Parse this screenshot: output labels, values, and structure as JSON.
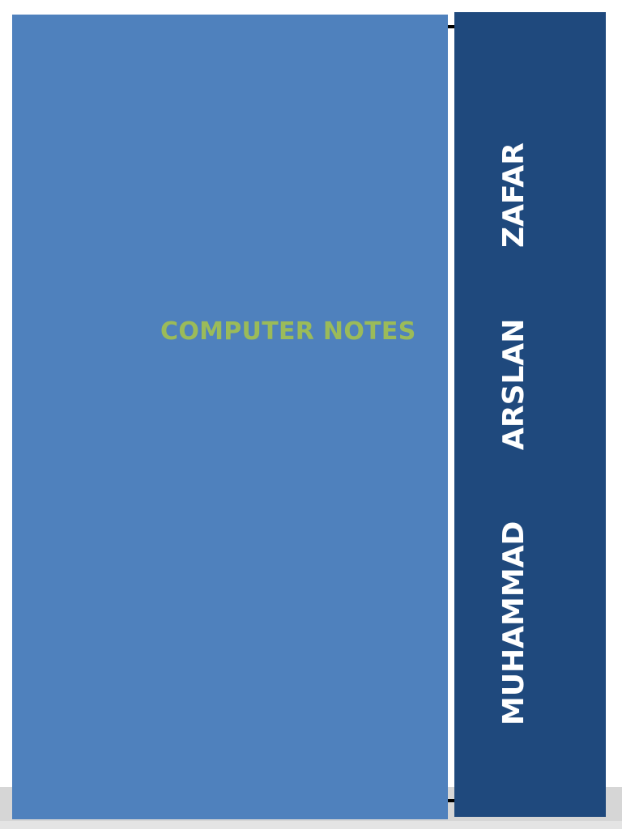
{
  "cover": {
    "title": "COMPUTER NOTES",
    "author": {
      "first": "MUHAMMAD",
      "middle": "ARSLAN",
      "last": "ZAFAR"
    }
  },
  "colors": {
    "main_panel": "#4f81bd",
    "side_panel": "#1f497d",
    "title_text": "#9bbb59",
    "author_text": "#ffffff"
  }
}
